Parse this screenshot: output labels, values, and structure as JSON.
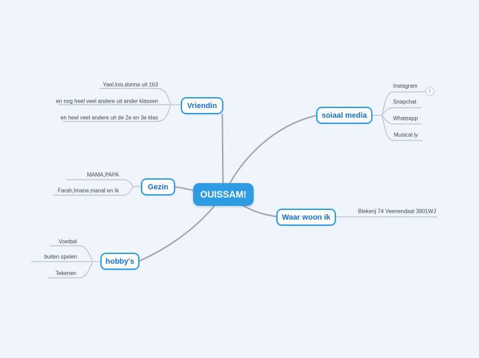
{
  "colors": {
    "background": "#f0f4fb",
    "root_fill": "#2e9ce3",
    "node_border": "#2f9fe6",
    "node_text": "#1170d4",
    "branch_line": "#9ca3ac",
    "child_line": "#b9c0cb",
    "leaf_text": "#3e4854"
  },
  "map": {
    "root": {
      "label": "OUISSAM!"
    },
    "branches": [
      {
        "label": "Vriendin",
        "children": [
          "Yael,lois,donna uit 1b3",
          "en nog heel veel andere uit ander klassen",
          "en heel veel andere uit de 2e en 3e klas"
        ]
      },
      {
        "label": "soiaal media",
        "children": [
          "Instagram",
          "Snapchat",
          "Whatsapp",
          "Musical.ly"
        ],
        "collapsed_count": "1"
      },
      {
        "label": "Gezin",
        "children": [
          "MAMA,PAPA",
          "Farah,Imane,manal en Ik"
        ]
      },
      {
        "label": "Waar woon ik",
        "children": [
          "Blekerij 74 Veenendaal 3901WJ"
        ]
      },
      {
        "label": "hobby's",
        "children": [
          "Voetbal",
          "buiten spelen",
          "Tekenen"
        ]
      }
    ]
  }
}
